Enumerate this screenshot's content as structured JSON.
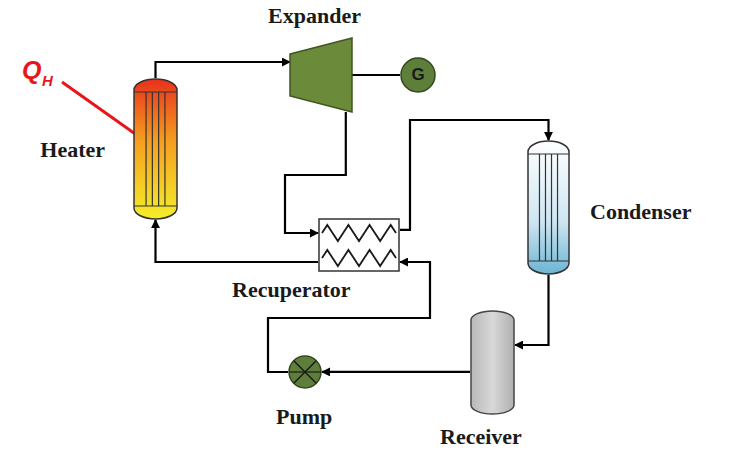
{
  "diagram": {
    "nodes": [
      {
        "text": [
          "Heater"
        ]
      },
      {
        "text": [
          "Expander"
        ]
      },
      {
        "text": [
          "G"
        ]
      },
      {
        "text": [
          "Recuperator"
        ]
      },
      {
        "text": [
          "Condenser"
        ]
      },
      {
        "text": [
          "Receiver"
        ]
      },
      {
        "text": [
          "Pump"
        ]
      }
    ],
    "edges": [
      {
        "from": 0,
        "to": 1,
        "arrow": "to"
      },
      {
        "from": 1,
        "to": 2,
        "arrow": "none"
      },
      {
        "from": 1,
        "to": 3,
        "arrow": "to"
      },
      {
        "from": 3,
        "to": 4,
        "arrow": "to"
      },
      {
        "from": 4,
        "to": 5,
        "arrow": "to"
      },
      {
        "from": 5,
        "to": 6,
        "arrow": "to"
      },
      {
        "from": 6,
        "to": 3,
        "arrow": "to"
      },
      {
        "from": 3,
        "to": 0,
        "arrow": "to"
      }
    ],
    "labels": [
      "Q",
      "H"
    ]
  }
}
